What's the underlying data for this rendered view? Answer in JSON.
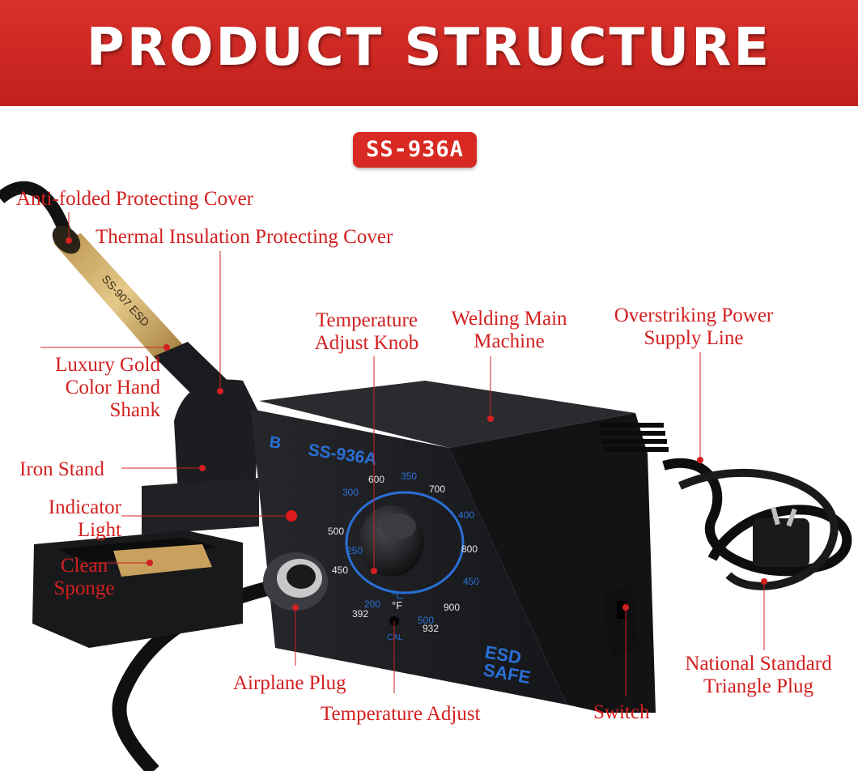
{
  "header": {
    "title": "PRODUCT STRUCTURE"
  },
  "model_badge": "SS-936A",
  "device": {
    "brand_text": "SS-936A",
    "handle_text": "SS-907 ESD",
    "dial_celsius": [
      "200",
      "250",
      "300",
      "350",
      "400",
      "450",
      "500"
    ],
    "dial_fahrenheit": [
      "392",
      "450",
      "500",
      "600",
      "700",
      "800",
      "900",
      "932"
    ],
    "unit_c": "°C",
    "unit_f": "°F",
    "cal_label": "CAL",
    "esd_line1": "ESD",
    "esd_line2": "SAFE"
  },
  "labels": {
    "anti_folded": "Anti-folded Protecting Cover",
    "thermal_insulation": "Thermal Insulation Protecting Cover",
    "temp_knob_1": "Temperature",
    "temp_knob_2": "Adjust Knob",
    "welding_1": "Welding Main",
    "welding_2": "Machine",
    "overstriking_1": "Overstriking Power",
    "overstriking_2": "Supply Line",
    "luxury_1": "Luxury Gold",
    "luxury_2": "Color Hand",
    "luxury_3": "Shank",
    "iron_stand": "Iron Stand",
    "indicator_1": "Indicator",
    "indicator_2": "Light",
    "sponge_1": "Clean",
    "sponge_2": "Sponge",
    "airplane_plug": "Airplane Plug",
    "temp_adjust": "Temperature Adjust",
    "switch": "Switch",
    "plug_1": "National Standard",
    "plug_2": "Triangle Plug"
  },
  "colors": {
    "banner": "#c8231e",
    "accent": "#d32020",
    "dial_blue": "#2a6fd6",
    "body_dark": "#1c1d20"
  }
}
